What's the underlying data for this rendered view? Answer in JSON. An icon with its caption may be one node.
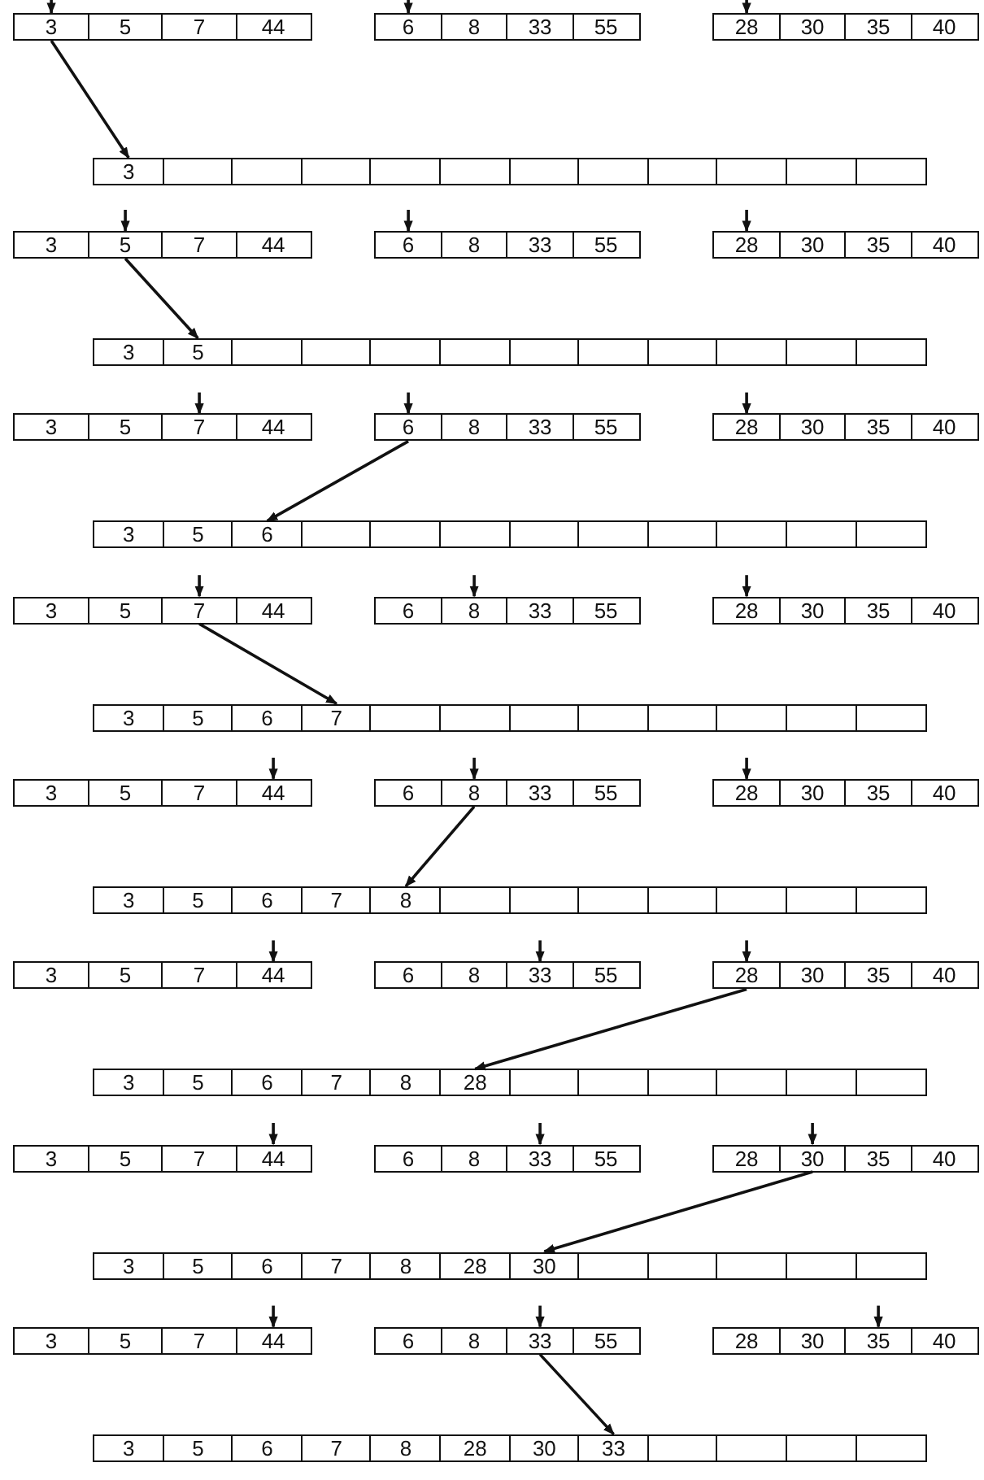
{
  "diagram": {
    "nodes": [
      {
        "text": [
          "3"
        ]
      },
      {
        "text": [
          "5"
        ]
      },
      {
        "text": [
          "7"
        ]
      },
      {
        "text": [
          "44"
        ]
      },
      {
        "text": [
          "6"
        ]
      },
      {
        "text": [
          "8"
        ]
      },
      {
        "text": [
          "33"
        ]
      },
      {
        "text": [
          "55"
        ]
      },
      {
        "text": [
          "28"
        ]
      },
      {
        "text": [
          "30"
        ]
      },
      {
        "text": [
          "35"
        ]
      },
      {
        "text": [
          "40"
        ]
      },
      {
        "text": [
          "3"
        ]
      },
      {
        "text": [],
        "shape": "box"
      },
      {
        "text": [],
        "shape": "box"
      },
      {
        "text": [],
        "shape": "box"
      },
      {
        "text": [],
        "shape": "box"
      },
      {
        "text": [],
        "shape": "box"
      },
      {
        "text": [],
        "shape": "box"
      },
      {
        "text": [],
        "shape": "box"
      },
      {
        "text": [],
        "shape": "box"
      },
      {
        "text": [],
        "shape": "box"
      },
      {
        "text": [],
        "shape": "box"
      },
      {
        "text": [],
        "shape": "box"
      },
      {
        "text": [
          "3"
        ]
      },
      {
        "text": [
          "5"
        ]
      },
      {
        "text": [
          "7"
        ]
      },
      {
        "text": [
          "44"
        ]
      },
      {
        "text": [
          "6"
        ]
      },
      {
        "text": [
          "8"
        ]
      },
      {
        "text": [
          "33"
        ]
      },
      {
        "text": [
          "55"
        ]
      },
      {
        "text": [
          "28"
        ]
      },
      {
        "text": [
          "30"
        ]
      },
      {
        "text": [
          "35"
        ]
      },
      {
        "text": [
          "40"
        ]
      },
      {
        "text": [
          "3"
        ]
      },
      {
        "text": [
          "5"
        ]
      },
      {
        "text": [],
        "shape": "box"
      },
      {
        "text": [],
        "shape": "box"
      },
      {
        "text": [],
        "shape": "box"
      },
      {
        "text": [],
        "shape": "box"
      },
      {
        "text": [],
        "shape": "box"
      },
      {
        "text": [],
        "shape": "box"
      },
      {
        "text": [],
        "shape": "box"
      },
      {
        "text": [],
        "shape": "box"
      },
      {
        "text": [],
        "shape": "box"
      },
      {
        "text": [],
        "shape": "box"
      },
      {
        "text": [
          "3"
        ]
      },
      {
        "text": [
          "5"
        ]
      },
      {
        "text": [
          "7"
        ]
      },
      {
        "text": [
          "44"
        ]
      },
      {
        "text": [
          "6"
        ]
      },
      {
        "text": [
          "8"
        ]
      },
      {
        "text": [
          "33"
        ]
      },
      {
        "text": [
          "55"
        ]
      },
      {
        "text": [
          "28"
        ]
      },
      {
        "text": [
          "30"
        ]
      },
      {
        "text": [
          "35"
        ]
      },
      {
        "text": [
          "40"
        ]
      },
      {
        "text": [
          "3"
        ]
      },
      {
        "text": [
          "5"
        ]
      },
      {
        "text": [
          "6"
        ]
      },
      {
        "text": [],
        "shape": "box"
      },
      {
        "text": [],
        "shape": "box"
      },
      {
        "text": [],
        "shape": "box"
      },
      {
        "text": [],
        "shape": "box"
      },
      {
        "text": [],
        "shape": "box"
      },
      {
        "text": [],
        "shape": "box"
      },
      {
        "text": [],
        "shape": "box"
      },
      {
        "text": [],
        "shape": "box"
      },
      {
        "text": [],
        "shape": "box"
      },
      {
        "text": [
          "3"
        ]
      },
      {
        "text": [
          "5"
        ]
      },
      {
        "text": [
          "7"
        ]
      },
      {
        "text": [
          "44"
        ]
      },
      {
        "text": [
          "6"
        ]
      },
      {
        "text": [
          "8"
        ]
      },
      {
        "text": [
          "33"
        ]
      },
      {
        "text": [
          "55"
        ]
      },
      {
        "text": [
          "28"
        ]
      },
      {
        "text": [
          "30"
        ]
      },
      {
        "text": [
          "35"
        ]
      },
      {
        "text": [
          "40"
        ]
      },
      {
        "text": [
          "3"
        ]
      },
      {
        "text": [
          "5"
        ]
      },
      {
        "text": [
          "6"
        ]
      },
      {
        "text": [
          "7"
        ]
      },
      {
        "text": [],
        "shape": "box"
      },
      {
        "text": [],
        "shape": "box"
      },
      {
        "text": [],
        "shape": "box"
      },
      {
        "text": [],
        "shape": "box"
      },
      {
        "text": [],
        "shape": "box"
      },
      {
        "text": [],
        "shape": "box"
      },
      {
        "text": [],
        "shape": "box"
      },
      {
        "text": [],
        "shape": "box"
      },
      {
        "text": [
          "3"
        ]
      },
      {
        "text": [
          "5"
        ]
      },
      {
        "text": [
          "7"
        ]
      },
      {
        "text": [
          "44"
        ]
      },
      {
        "text": [
          "6"
        ]
      },
      {
        "text": [
          "8"
        ]
      },
      {
        "text": [
          "33"
        ]
      },
      {
        "text": [
          "55"
        ]
      },
      {
        "text": [
          "28"
        ]
      },
      {
        "text": [
          "30"
        ]
      },
      {
        "text": [
          "35"
        ]
      },
      {
        "text": [
          "40"
        ]
      },
      {
        "text": [
          "3"
        ]
      },
      {
        "text": [
          "5"
        ]
      },
      {
        "text": [
          "6"
        ]
      },
      {
        "text": [
          "7"
        ]
      },
      {
        "text": [
          "8"
        ]
      },
      {
        "text": [],
        "shape": "box"
      },
      {
        "text": [],
        "shape": "box"
      },
      {
        "text": [],
        "shape": "box"
      },
      {
        "text": [],
        "shape": "box"
      },
      {
        "text": [],
        "shape": "box"
      },
      {
        "text": [],
        "shape": "box"
      },
      {
        "text": [],
        "shape": "box"
      },
      {
        "text": [
          "3"
        ]
      },
      {
        "text": [
          "5"
        ]
      },
      {
        "text": [
          "7"
        ]
      },
      {
        "text": [
          "44"
        ]
      },
      {
        "text": [
          "6"
        ]
      },
      {
        "text": [
          "8"
        ]
      },
      {
        "text": [
          "33"
        ]
      },
      {
        "text": [
          "55"
        ]
      },
      {
        "text": [
          "28"
        ]
      },
      {
        "text": [
          "30"
        ]
      },
      {
        "text": [
          "35"
        ]
      },
      {
        "text": [
          "40"
        ]
      },
      {
        "text": [
          "3"
        ]
      },
      {
        "text": [
          "5"
        ]
      },
      {
        "text": [
          "6"
        ]
      },
      {
        "text": [
          "7"
        ]
      },
      {
        "text": [
          "8"
        ]
      },
      {
        "text": [
          "28"
        ]
      },
      {
        "text": [],
        "shape": "box"
      },
      {
        "text": [],
        "shape": "box"
      },
      {
        "text": [],
        "shape": "box"
      },
      {
        "text": [],
        "shape": "box"
      },
      {
        "text": [],
        "shape": "box"
      },
      {
        "text": [],
        "shape": "box"
      },
      {
        "text": [
          "3"
        ]
      },
      {
        "text": [
          "5"
        ]
      },
      {
        "text": [
          "7"
        ]
      },
      {
        "text": [
          "44"
        ]
      },
      {
        "text": [
          "6"
        ]
      },
      {
        "text": [
          "8"
        ]
      },
      {
        "text": [
          "33"
        ]
      },
      {
        "text": [
          "55"
        ]
      },
      {
        "text": [
          "28"
        ]
      },
      {
        "text": [
          "30"
        ]
      },
      {
        "text": [
          "35"
        ]
      },
      {
        "text": [
          "40"
        ]
      },
      {
        "text": [
          "3"
        ]
      },
      {
        "text": [
          "5"
        ]
      },
      {
        "text": [
          "6"
        ]
      },
      {
        "text": [
          "7"
        ]
      },
      {
        "text": [
          "8"
        ]
      },
      {
        "text": [
          "28"
        ]
      },
      {
        "text": [
          "30"
        ]
      },
      {
        "text": [],
        "shape": "box"
      },
      {
        "text": [],
        "shape": "box"
      },
      {
        "text": [],
        "shape": "box"
      },
      {
        "text": [],
        "shape": "box"
      },
      {
        "text": [],
        "shape": "box"
      },
      {
        "text": [
          "3"
        ]
      },
      {
        "text": [
          "5"
        ]
      },
      {
        "text": [
          "7"
        ]
      },
      {
        "text": [
          "44"
        ]
      },
      {
        "text": [
          "6"
        ]
      },
      {
        "text": [
          "8"
        ]
      },
      {
        "text": [
          "33"
        ]
      },
      {
        "text": [
          "55"
        ]
      },
      {
        "text": [
          "28"
        ]
      },
      {
        "text": [
          "30"
        ]
      },
      {
        "text": [
          "35"
        ]
      },
      {
        "text": [
          "40"
        ]
      },
      {
        "text": [
          "3"
        ]
      },
      {
        "text": [
          "5"
        ]
      },
      {
        "text": [
          "6"
        ]
      },
      {
        "text": [
          "7"
        ]
      },
      {
        "text": [
          "8"
        ]
      },
      {
        "text": [
          "28"
        ]
      },
      {
        "text": [
          "30"
        ]
      },
      {
        "text": [
          "33"
        ]
      },
      {
        "text": [],
        "shape": "box"
      },
      {
        "text": [],
        "shape": "box"
      },
      {
        "text": [],
        "shape": "box"
      },
      {
        "text": [],
        "shape": "box"
      }
    ],
    "edges": [
      {
        "from": null,
        "to": 0,
        "arrow": "to"
      },
      {
        "from": null,
        "to": 4,
        "arrow": "to"
      },
      {
        "from": null,
        "to": 8,
        "arrow": "to"
      },
      {
        "from": 0,
        "to": 12,
        "arrow": "to"
      },
      {
        "from": null,
        "to": 25,
        "arrow": "to"
      },
      {
        "from": null,
        "to": 28,
        "arrow": "to"
      },
      {
        "from": null,
        "to": 32,
        "arrow": "to"
      },
      {
        "from": 25,
        "to": 37,
        "arrow": "to"
      },
      {
        "from": null,
        "to": 50,
        "arrow": "to"
      },
      {
        "from": null,
        "to": 52,
        "arrow": "to"
      },
      {
        "from": null,
        "to": 56,
        "arrow": "to"
      },
      {
        "from": 52,
        "to": 62,
        "arrow": "to"
      },
      {
        "from": null,
        "to": 74,
        "arrow": "to"
      },
      {
        "from": null,
        "to": 77,
        "arrow": "to"
      },
      {
        "from": null,
        "to": 80,
        "arrow": "to"
      },
      {
        "from": 74,
        "to": 87,
        "arrow": "to"
      },
      {
        "from": null,
        "to": 99,
        "arrow": "to"
      },
      {
        "from": null,
        "to": 101,
        "arrow": "to"
      },
      {
        "from": null,
        "to": 104,
        "arrow": "to"
      },
      {
        "from": 101,
        "to": 112,
        "arrow": "to"
      },
      {
        "from": null,
        "to": 123,
        "arrow": "to"
      },
      {
        "from": null,
        "to": 126,
        "arrow": "to"
      },
      {
        "from": null,
        "to": 128,
        "arrow": "to"
      },
      {
        "from": 128,
        "to": 137,
        "arrow": "to"
      },
      {
        "from": null,
        "to": 147,
        "arrow": "to"
      },
      {
        "from": null,
        "to": 150,
        "arrow": "to"
      },
      {
        "from": null,
        "to": 153,
        "arrow": "to"
      },
      {
        "from": 153,
        "to": 162,
        "arrow": "to"
      },
      {
        "from": null,
        "to": 171,
        "arrow": "to"
      },
      {
        "from": null,
        "to": 174,
        "arrow": "to"
      },
      {
        "from": null,
        "to": 178,
        "arrow": "to"
      },
      {
        "from": 174,
        "to": 187,
        "arrow": "to"
      }
    ]
  }
}
